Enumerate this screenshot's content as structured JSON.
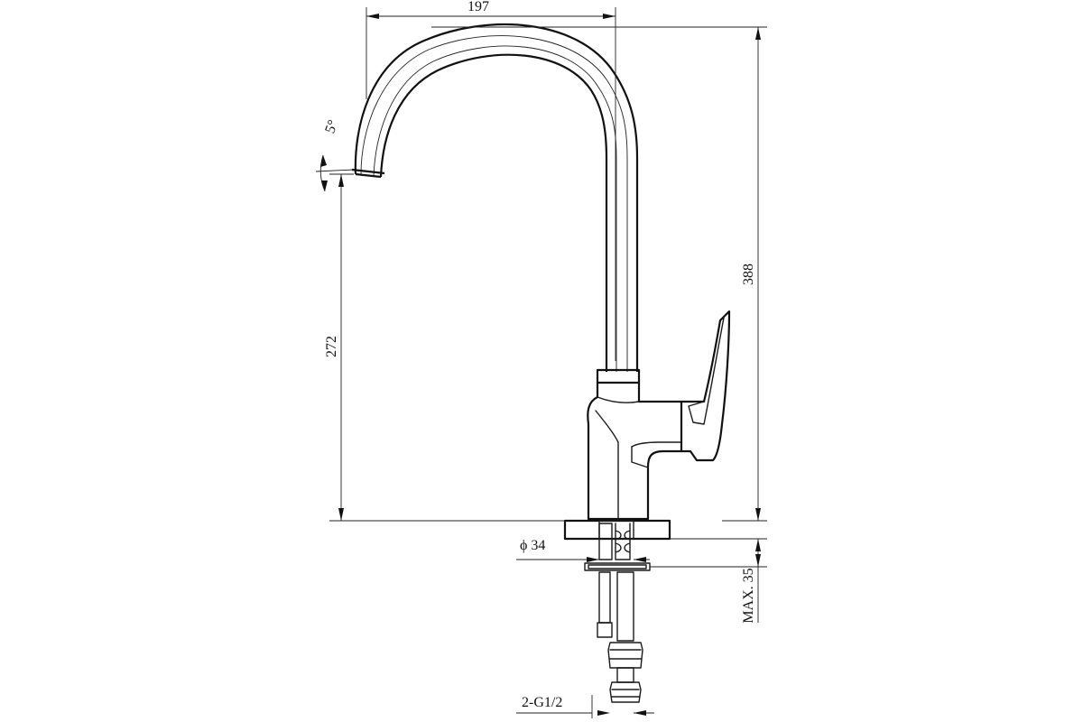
{
  "dimensions": {
    "spout_reach": "197",
    "total_height": "388",
    "spout_height": "272",
    "spout_angle": "5°",
    "base_diameter": "ϕ 34",
    "max_counter_thickness": "MAX. 35",
    "hose_connection": "2-G1/2"
  },
  "colors": {
    "line": "#1a1a1a",
    "background": "#ffffff"
  }
}
